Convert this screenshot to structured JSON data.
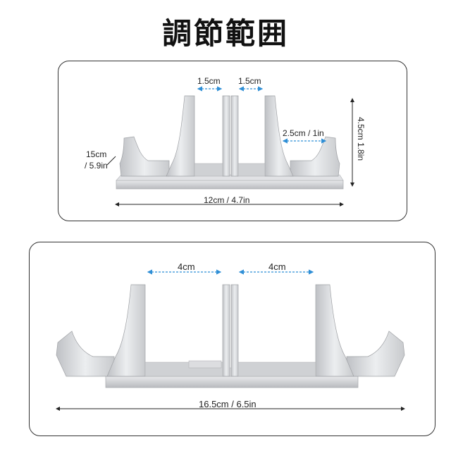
{
  "title": "調節範囲",
  "top_panel": {
    "gap_left": "1.5cm",
    "gap_right": "1.5cm",
    "slot_wide": "2.5cm / 1in",
    "height": "4.5cm 1.8in",
    "depth_line1": "15cm",
    "depth_line2": "/ 5.9in",
    "width": "12cm / 4.7in"
  },
  "bottom_panel": {
    "gap_left": "4cm",
    "gap_right": "4cm",
    "width": "16.5cm / 6.5in"
  },
  "colors": {
    "dim_blue": "#2f8fd6",
    "dim_black": "#222222",
    "metal": "#d9dadd"
  }
}
